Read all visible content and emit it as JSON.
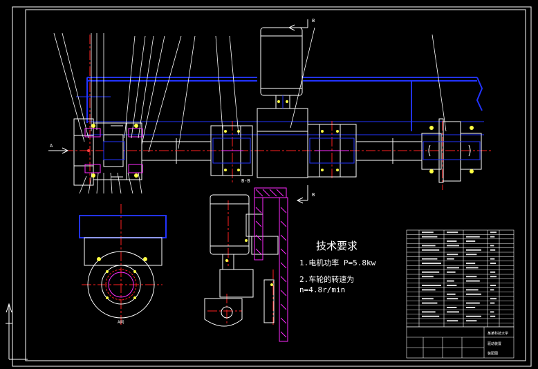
{
  "drawing": {
    "title_main": "技术要求",
    "requirement_1": "1.电机功率 P=5.8kw",
    "requirement_2a": "2.车轮的转速为",
    "requirement_2b": "n=4.8r/min",
    "view_markers": {
      "a": "A",
      "b_top": "B",
      "b_bottom": "B"
    },
    "section_label_bb": "B-B",
    "view_label_a": "A向"
  },
  "colors": {
    "background": "#000000",
    "outline": "#ffffff",
    "hidden_line": "#2233ff",
    "center_line": "#ff2020",
    "section_hatch": "#ff2aff",
    "bearing_dots": "#ffff44"
  },
  "title_block": {
    "company": "某某科技大学",
    "drawing_name": "驱动装置",
    "drawing_no": "装配图"
  }
}
